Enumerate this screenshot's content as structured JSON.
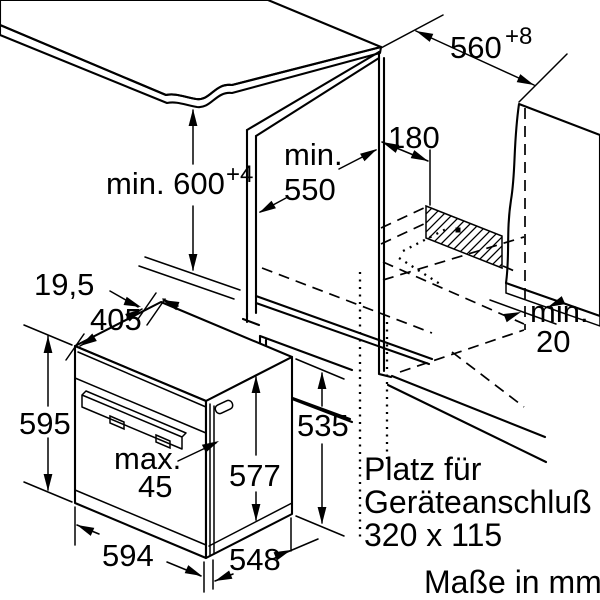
{
  "colors": {
    "line": "#000000",
    "worktop_fill": "#e9eaea",
    "worktop_edge_fill": "#d6d9da",
    "wall_fill": "#e9eaea",
    "wall_base_fill": "#c9cdce"
  },
  "notes": {
    "connection_line1": "Platz für",
    "connection_line2": "Geräteanschluß",
    "connection_line3": "320 x 115",
    "units": "Maße in mm"
  },
  "dimensions": {
    "niche_width": {
      "value": "560",
      "tolerance": "+8"
    },
    "worktop_height": {
      "value": "min. 600",
      "tolerance": "+4"
    },
    "niche_depth": {
      "prefix": "min.",
      "value": "550"
    },
    "connection_offset": {
      "value": "180"
    },
    "rear_clearance": {
      "prefix": "min.",
      "value": "20"
    },
    "fascia_depth": {
      "value": "19,5"
    },
    "top_recess_depth": {
      "value": "405"
    },
    "appliance_height": {
      "value": "595"
    },
    "rear_body_height": {
      "value": "535"
    },
    "depth_with_door": {
      "value": "577"
    },
    "handle_protrusion": {
      "prefix": "max.",
      "value": "45"
    },
    "appliance_width": {
      "value": "594"
    },
    "body_depth": {
      "value": "548"
    }
  }
}
